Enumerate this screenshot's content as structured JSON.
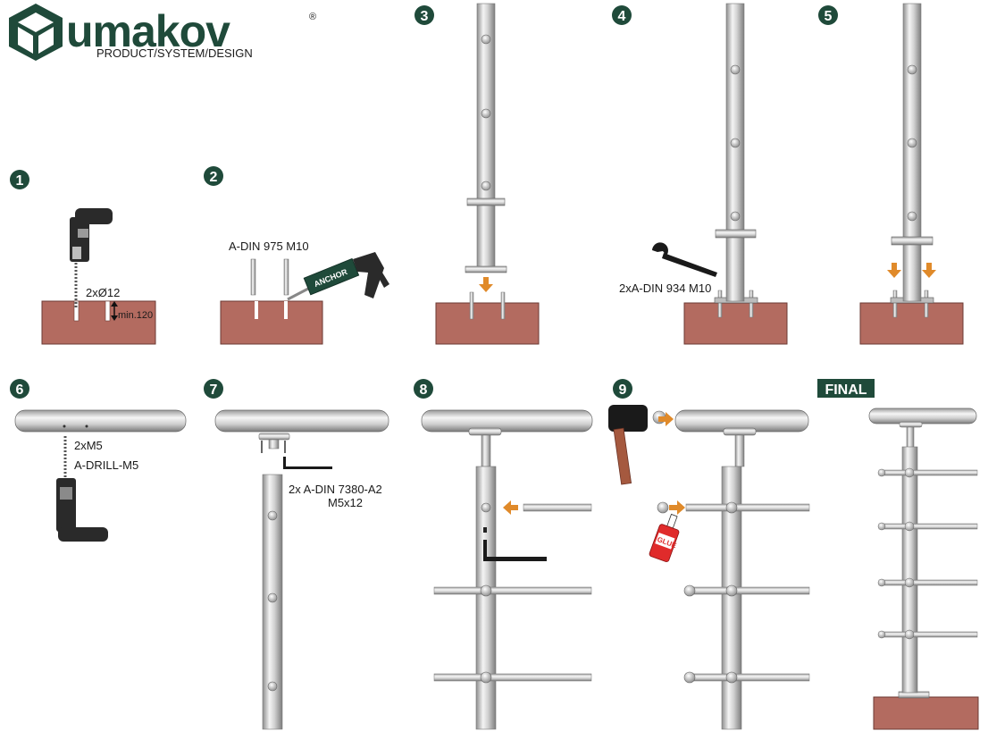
{
  "brand": {
    "name": "umakov",
    "registered": "®",
    "tagline": "PRODUCT/SYSTEM/DESIGN",
    "color": "#1f4a3a"
  },
  "colors": {
    "step_badge": "#1f4a3a",
    "concrete": "#b36b60",
    "steel": "#c9c9c9",
    "arrow": "#e08a2a"
  },
  "steps": [
    {
      "number": "1"
    },
    {
      "number": "2"
    },
    {
      "number": "3"
    },
    {
      "number": "4"
    },
    {
      "number": "5"
    },
    {
      "number": "6"
    },
    {
      "number": "7"
    },
    {
      "number": "8"
    },
    {
      "number": "9"
    }
  ],
  "final_label": "FINAL",
  "labels": {
    "drill_hole": "2xØ12",
    "depth": "min.120",
    "threaded_rod": "A-DIN 975 M10",
    "anchor_tube": "ANCHOR",
    "nuts": "2xA-DIN 934 M10",
    "drill_m5_count": "2xM5",
    "drill_m5_tool": "A-DRILL-M5",
    "screws_line1": "2x A-DIN 7380-A2",
    "screws_line2": "M5x12",
    "glue": "GLUE"
  }
}
